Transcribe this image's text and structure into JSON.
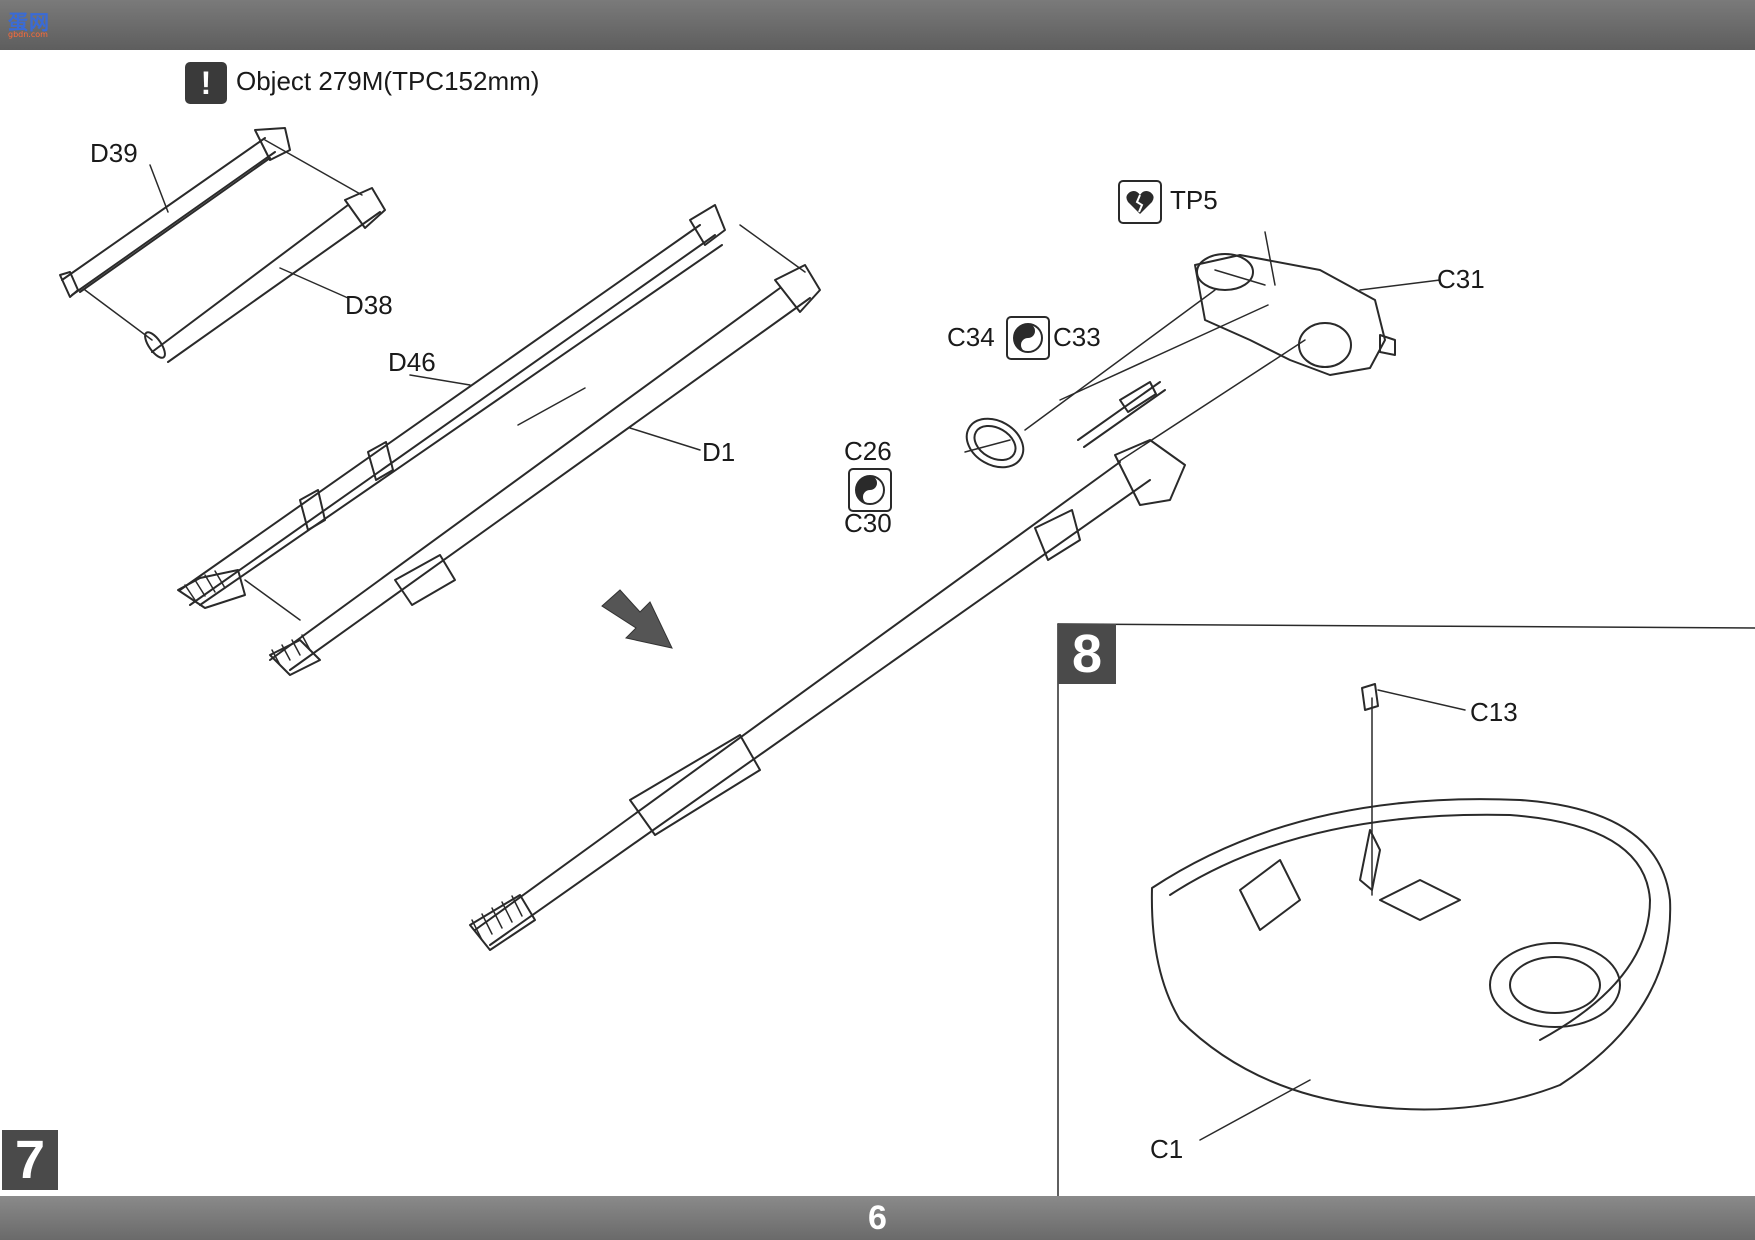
{
  "header": {
    "watermark": "蛋网",
    "watermark_sub": "gbdn.com"
  },
  "note": {
    "icon": "exclamation-icon",
    "title": "Object 279M(TPC152mm)"
  },
  "steps": {
    "step7": "7",
    "step8": "8"
  },
  "labels": {
    "d39": "D39",
    "d38": "D38",
    "d46": "D46",
    "d1": "D1",
    "tp5": "TP5",
    "c31": "C31",
    "c34": "C34",
    "c33": "C33",
    "c26": "C26",
    "c30": "C30",
    "c13": "C13",
    "c1": "C1"
  },
  "icons": {
    "tp5": "broken-heart-icon",
    "c34_c33": "yin-yang-icon",
    "c26_c30": "yin-yang-icon"
  },
  "footer": {
    "page_number": "6"
  }
}
